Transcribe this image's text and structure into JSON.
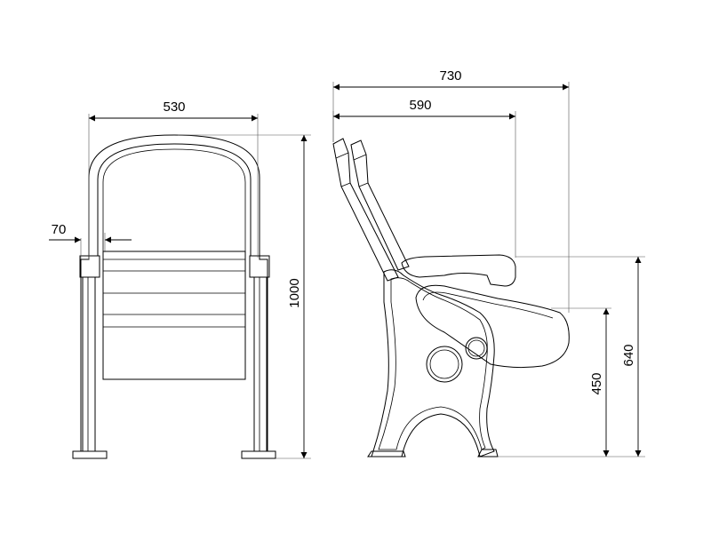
{
  "drawing": {
    "front_view": {
      "width_label": "530",
      "leg_width_label": "70",
      "height_label": "1000"
    },
    "side_view": {
      "overall_depth_label": "730",
      "armrest_depth_label": "590",
      "seat_height_label": "450",
      "armrest_height_label": "640"
    },
    "colors": {
      "line": "#000000",
      "extension": "#555555",
      "background": "#ffffff"
    }
  }
}
